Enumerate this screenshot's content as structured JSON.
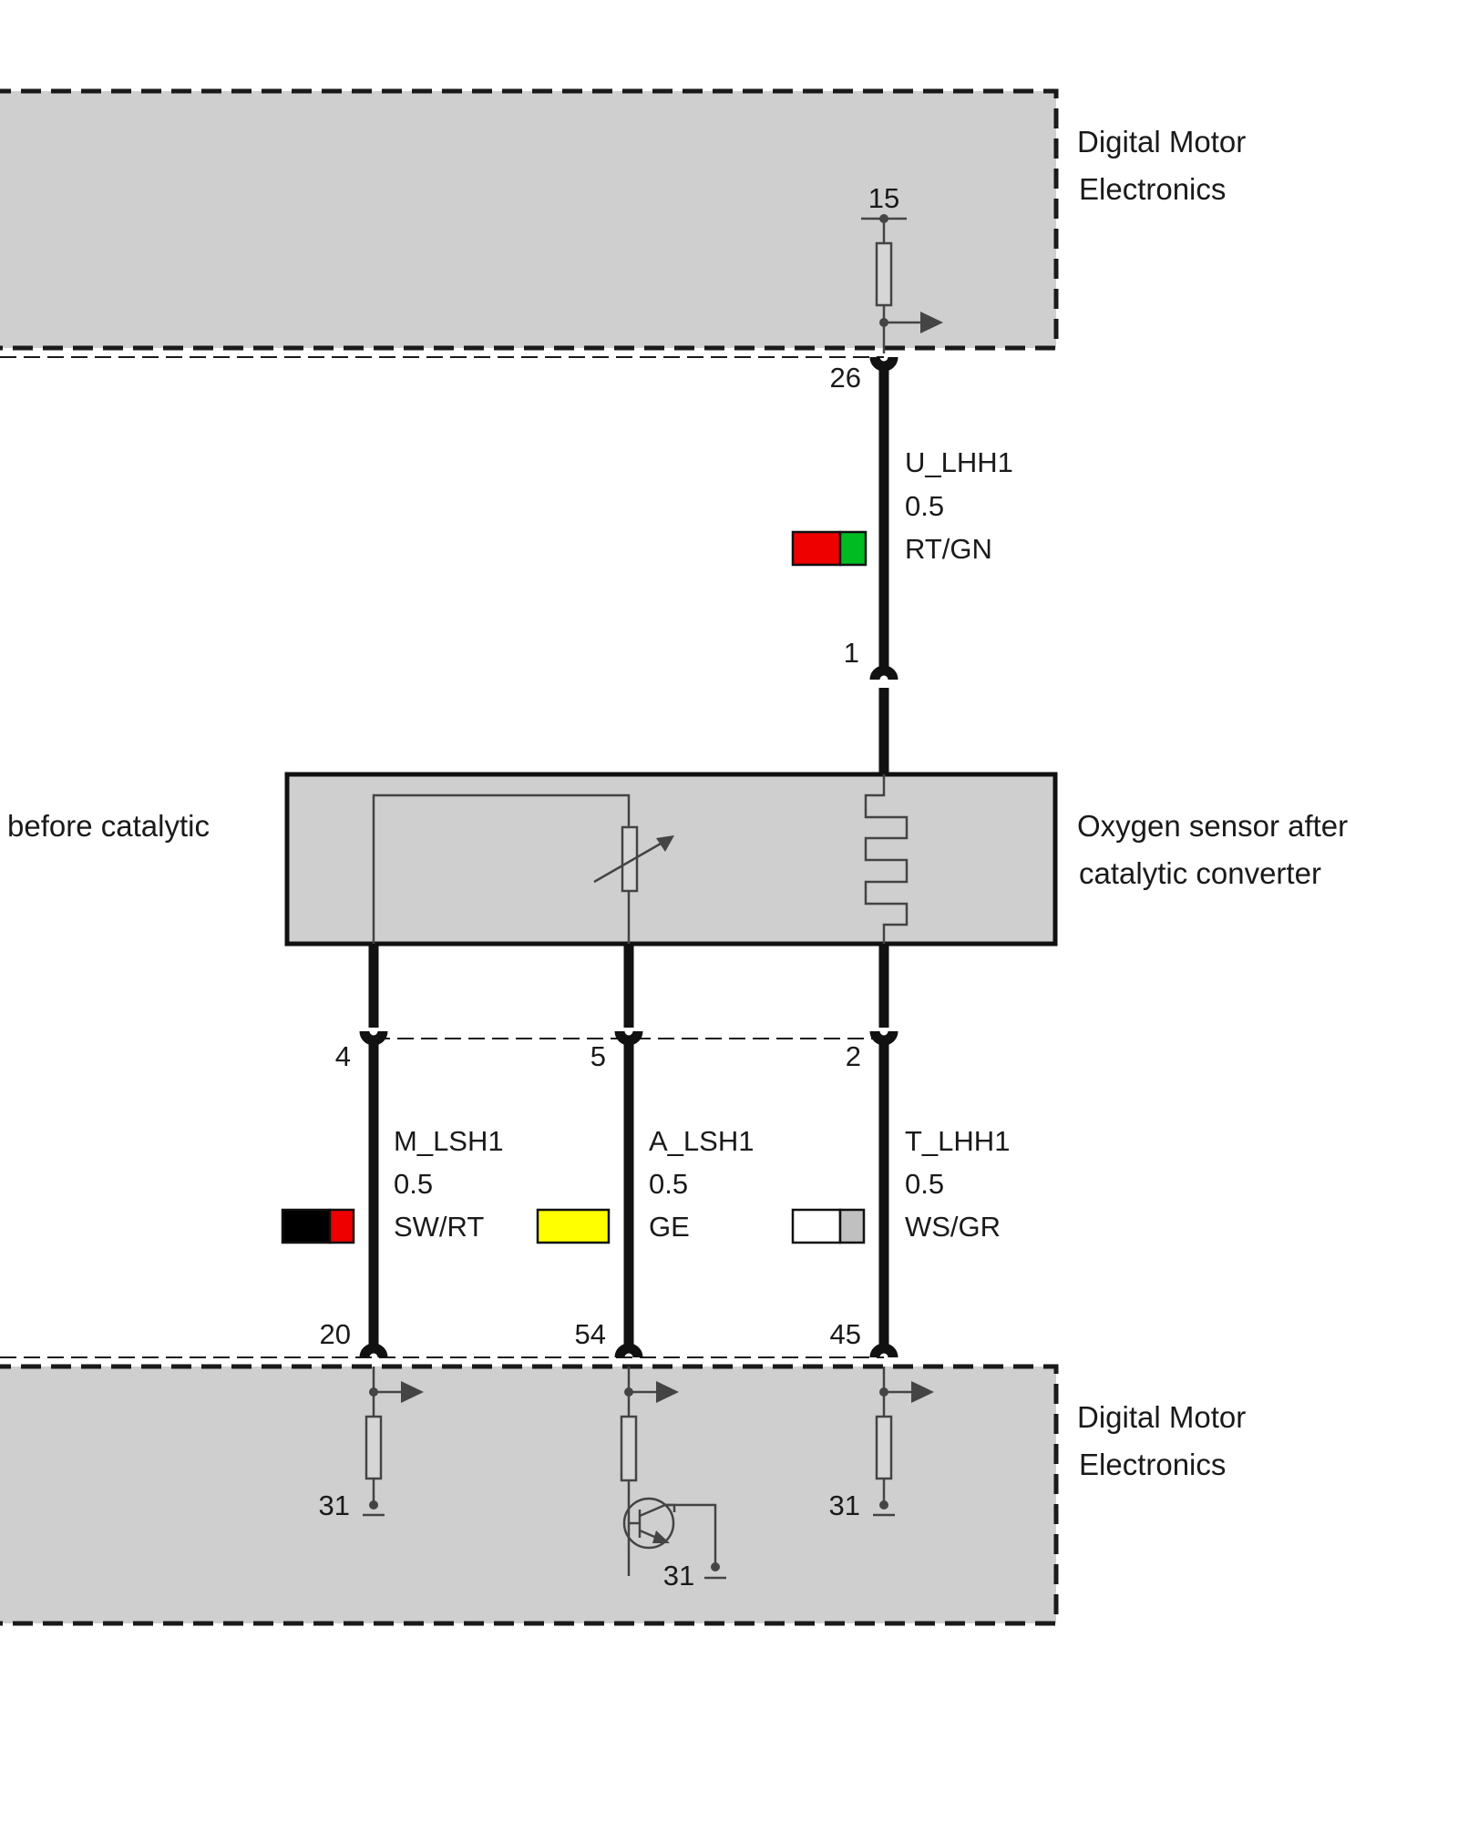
{
  "components": {
    "dme_top": {
      "label_line1": "Digital Motor",
      "label_line2": "Electronics"
    },
    "dme_bottom": {
      "label_line1": "Digital Motor",
      "label_line2": "Electronics"
    },
    "oxygen_sensor_after": {
      "label_line1": "Oxygen sensor after",
      "label_line2": "catalytic converter"
    },
    "oxygen_sensor_before": {
      "label_cut": "before catalytic"
    }
  },
  "terminals": {
    "top_supply": "15",
    "ground_left": "31",
    "ground_center": "31",
    "ground_right": "31"
  },
  "pins": {
    "dme_top_pin": "26",
    "sensor_top_pin": "1",
    "sensor_bottom_left": "4",
    "sensor_bottom_center": "5",
    "sensor_bottom_right": "2",
    "dme_bottom_left": "20",
    "dme_bottom_center": "54",
    "dme_bottom_right": "45"
  },
  "wires": {
    "u_lhh1": {
      "name": "U_LHH1",
      "gauge": "0.5",
      "color_code": "RT/GN",
      "swatch": [
        "#ee0000",
        "#00bb22"
      ]
    },
    "m_lsh1": {
      "name": "M_LSH1",
      "gauge": "0.5",
      "color_code": "SW/RT",
      "swatch": [
        "#000000",
        "#ee0000"
      ]
    },
    "a_lsh1": {
      "name": "A_LSH1",
      "gauge": "0.5",
      "color_code": "GE",
      "swatch": [
        "#ffff00"
      ]
    },
    "t_lhh1": {
      "name": "T_LHH1",
      "gauge": "0.5",
      "color_code": "WS/GR",
      "swatch": [
        "#ffffff",
        "#c0c0c0"
      ]
    }
  }
}
